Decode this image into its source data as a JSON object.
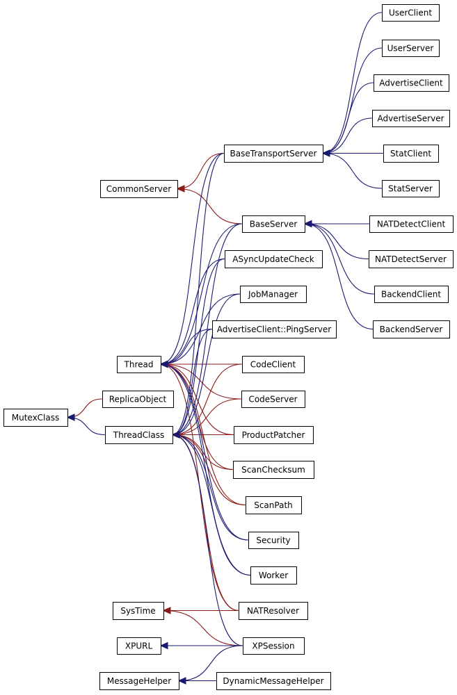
{
  "diagram": {
    "colors": {
      "inherit": "#191970",
      "use": "#8b1a1a"
    },
    "nodes": [
      {
        "id": "UserClient",
        "label": "UserClient"
      },
      {
        "id": "UserServer",
        "label": "UserServer"
      },
      {
        "id": "AdvertiseClient",
        "label": "AdvertiseClient"
      },
      {
        "id": "AdvertiseServer",
        "label": "AdvertiseServer"
      },
      {
        "id": "BaseTransportServer",
        "label": "BaseTransportServer"
      },
      {
        "id": "StatClient",
        "label": "StatClient"
      },
      {
        "id": "StatServer",
        "label": "StatServer"
      },
      {
        "id": "CommonServer",
        "label": "CommonServer"
      },
      {
        "id": "BaseServer",
        "label": "BaseServer"
      },
      {
        "id": "NATDetectClient",
        "label": "NATDetectClient"
      },
      {
        "id": "NATDetectServer",
        "label": "NATDetectServer"
      },
      {
        "id": "ASyncUpdateCheck",
        "label": "ASyncUpdateCheck"
      },
      {
        "id": "BackendClient",
        "label": "BackendClient"
      },
      {
        "id": "JobManager",
        "label": "JobManager"
      },
      {
        "id": "BackendServer",
        "label": "BackendServer"
      },
      {
        "id": "PingServer",
        "label": "AdvertiseClient::PingServer"
      },
      {
        "id": "Thread",
        "label": "Thread"
      },
      {
        "id": "CodeClient",
        "label": "CodeClient"
      },
      {
        "id": "ReplicaObject",
        "label": "ReplicaObject"
      },
      {
        "id": "CodeServer",
        "label": "CodeServer"
      },
      {
        "id": "MutexClass",
        "label": "MutexClass"
      },
      {
        "id": "ThreadClass",
        "label": "ThreadClass"
      },
      {
        "id": "ProductPatcher",
        "label": "ProductPatcher"
      },
      {
        "id": "ScanChecksum",
        "label": "ScanChecksum"
      },
      {
        "id": "ScanPath",
        "label": "ScanPath"
      },
      {
        "id": "Security",
        "label": "Security"
      },
      {
        "id": "Worker",
        "label": "Worker"
      },
      {
        "id": "SysTime",
        "label": "SysTime"
      },
      {
        "id": "NATResolver",
        "label": "NATResolver"
      },
      {
        "id": "XPURL",
        "label": "XPURL"
      },
      {
        "id": "XPSession",
        "label": "XPSession"
      },
      {
        "id": "MessageHelper",
        "label": "MessageHelper"
      },
      {
        "id": "DynamicMessageHelper",
        "label": "DynamicMessageHelper"
      }
    ],
    "edges": [
      {
        "from": "UserClient",
        "to": "BaseTransportServer",
        "kind": "inherit"
      },
      {
        "from": "UserServer",
        "to": "BaseTransportServer",
        "kind": "inherit"
      },
      {
        "from": "AdvertiseClient",
        "to": "BaseTransportServer",
        "kind": "inherit"
      },
      {
        "from": "AdvertiseServer",
        "to": "BaseTransportServer",
        "kind": "inherit"
      },
      {
        "from": "StatClient",
        "to": "BaseTransportServer",
        "kind": "inherit"
      },
      {
        "from": "StatServer",
        "to": "BaseTransportServer",
        "kind": "inherit"
      },
      {
        "from": "NATDetectClient",
        "to": "BaseServer",
        "kind": "inherit"
      },
      {
        "from": "NATDetectServer",
        "to": "BaseServer",
        "kind": "inherit"
      },
      {
        "from": "BackendClient",
        "to": "BaseServer",
        "kind": "inherit"
      },
      {
        "from": "BackendServer",
        "to": "BaseServer",
        "kind": "inherit"
      },
      {
        "from": "BaseTransportServer",
        "to": "CommonServer",
        "kind": "use"
      },
      {
        "from": "BaseServer",
        "to": "CommonServer",
        "kind": "use"
      },
      {
        "from": "BaseTransportServer",
        "to": "Thread",
        "kind": "inherit"
      },
      {
        "from": "BaseServer",
        "to": "Thread",
        "kind": "inherit"
      },
      {
        "from": "ASyncUpdateCheck",
        "to": "Thread",
        "kind": "inherit"
      },
      {
        "from": "JobManager",
        "to": "Thread",
        "kind": "inherit"
      },
      {
        "from": "PingServer",
        "to": "Thread",
        "kind": "inherit"
      },
      {
        "from": "CodeClient",
        "to": "Thread",
        "kind": "use"
      },
      {
        "from": "CodeServer",
        "to": "Thread",
        "kind": "use"
      },
      {
        "from": "ProductPatcher",
        "to": "Thread",
        "kind": "use"
      },
      {
        "from": "ScanChecksum",
        "to": "Thread",
        "kind": "use"
      },
      {
        "from": "ScanPath",
        "to": "Thread",
        "kind": "use"
      },
      {
        "from": "NATResolver",
        "to": "Thread",
        "kind": "use"
      },
      {
        "from": "ReplicaObject",
        "to": "MutexClass",
        "kind": "use"
      },
      {
        "from": "ThreadClass",
        "to": "MutexClass",
        "kind": "inherit"
      },
      {
        "from": "BaseTransportServer",
        "to": "ThreadClass",
        "kind": "inherit"
      },
      {
        "from": "BaseServer",
        "to": "ThreadClass",
        "kind": "inherit"
      },
      {
        "from": "ASyncUpdateCheck",
        "to": "ThreadClass",
        "kind": "inherit"
      },
      {
        "from": "JobManager",
        "to": "ThreadClass",
        "kind": "inherit"
      },
      {
        "from": "PingServer",
        "to": "ThreadClass",
        "kind": "inherit"
      },
      {
        "from": "CodeClient",
        "to": "ThreadClass",
        "kind": "use"
      },
      {
        "from": "CodeServer",
        "to": "ThreadClass",
        "kind": "use"
      },
      {
        "from": "ProductPatcher",
        "to": "ThreadClass",
        "kind": "use"
      },
      {
        "from": "ScanChecksum",
        "to": "ThreadClass",
        "kind": "use"
      },
      {
        "from": "ScanPath",
        "to": "ThreadClass",
        "kind": "use"
      },
      {
        "from": "Security",
        "to": "ThreadClass",
        "kind": "inherit"
      },
      {
        "from": "Worker",
        "to": "ThreadClass",
        "kind": "inherit"
      },
      {
        "from": "NATResolver",
        "to": "ThreadClass",
        "kind": "use"
      },
      {
        "from": "XPSession",
        "to": "ThreadClass",
        "kind": "inherit"
      },
      {
        "from": "Security",
        "to": "Thread",
        "kind": "inherit"
      },
      {
        "from": "Worker",
        "to": "Thread",
        "kind": "inherit"
      },
      {
        "from": "NATResolver",
        "to": "SysTime",
        "kind": "use"
      },
      {
        "from": "XPSession",
        "to": "SysTime",
        "kind": "use"
      },
      {
        "from": "XPSession",
        "to": "XPURL",
        "kind": "inherit"
      },
      {
        "from": "XPSession",
        "to": "MessageHelper",
        "kind": "inherit"
      },
      {
        "from": "DynamicMessageHelper",
        "to": "MessageHelper",
        "kind": "inherit"
      }
    ]
  }
}
